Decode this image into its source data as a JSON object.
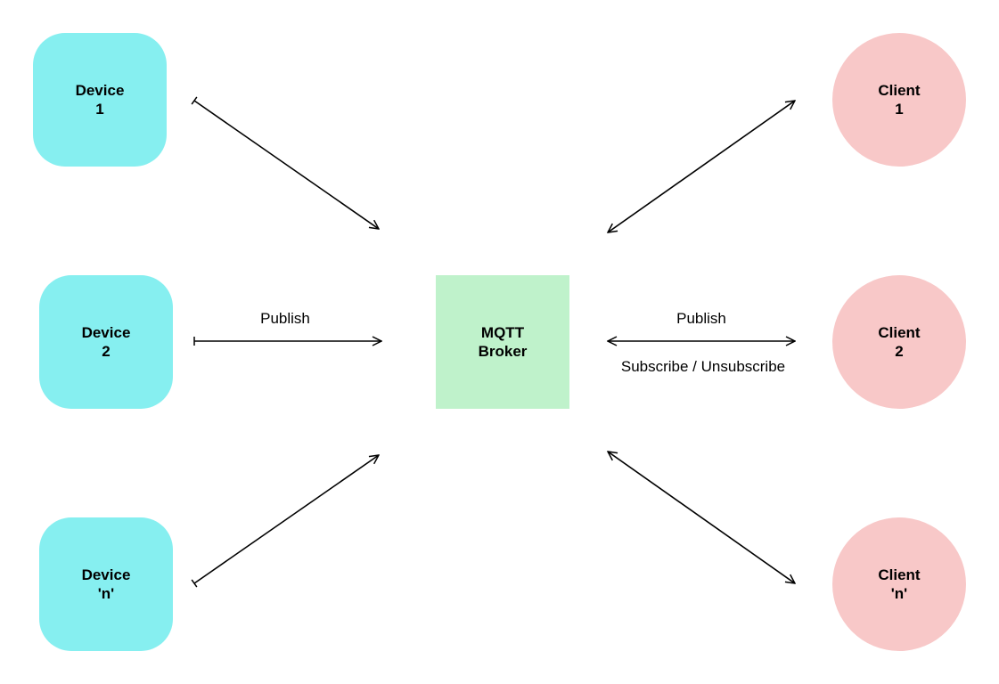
{
  "colors": {
    "device_fill": "#86EFF0",
    "broker_fill": "#BFF2CB",
    "client_fill": "#F8C8C8",
    "arrow": "#000000"
  },
  "devices": [
    {
      "line1": "Device",
      "line2": "1"
    },
    {
      "line1": "Device",
      "line2": "2"
    },
    {
      "line1": "Device",
      "line2": "'n'"
    }
  ],
  "broker": {
    "line1": "MQTT",
    "line2": "Broker"
  },
  "clients": [
    {
      "line1": "Client",
      "line2": "1"
    },
    {
      "line1": "Client",
      "line2": "2"
    },
    {
      "line1": "Client",
      "line2": "'n'"
    }
  ],
  "edge_labels": {
    "device_publish": "Publish",
    "client_publish": "Publish",
    "client_subscribe": "Subscribe / Unsubscribe"
  }
}
